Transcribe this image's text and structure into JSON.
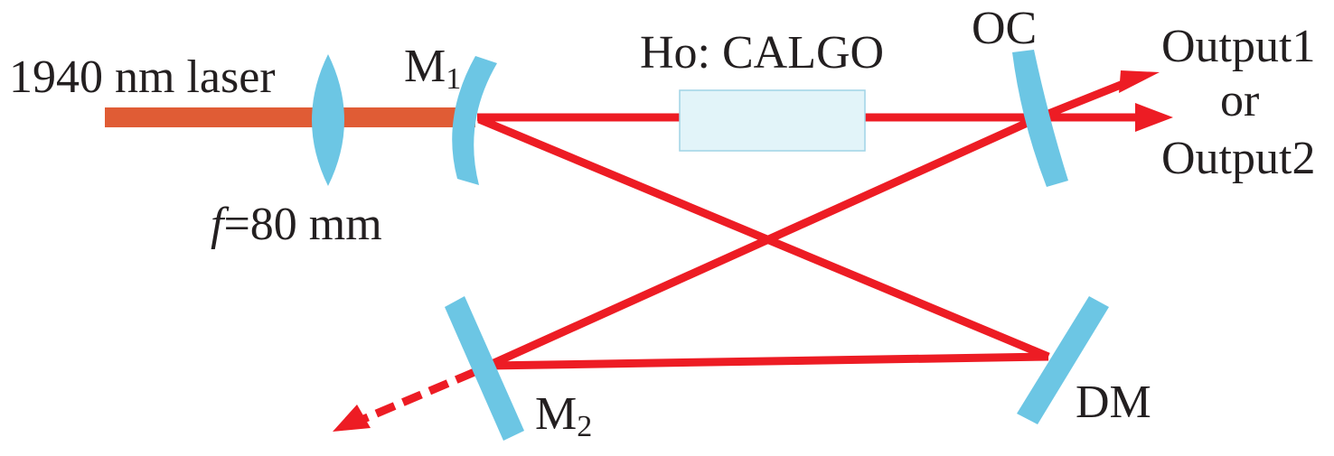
{
  "diagram": {
    "labels": {
      "pump": "1940 nm laser",
      "lens_f_symbol": "f",
      "lens_f_value": "=80 mm",
      "m1_base": "M",
      "m1_sub": "1",
      "crystal": "Ho: CALGO",
      "oc": "OC",
      "output1": "Output1",
      "or": "or",
      "output2": "Output2",
      "m2_base": "M",
      "m2_sub": "2",
      "dm": "DM"
    },
    "colors": {
      "pump_beam": "#e05c35",
      "laser_beam": "#ed1c24",
      "optic": "#6cc6e4",
      "crystal_fill": "#e2f4f9",
      "crystal_stroke": "#9fd4e6",
      "text": "#231f20"
    }
  }
}
